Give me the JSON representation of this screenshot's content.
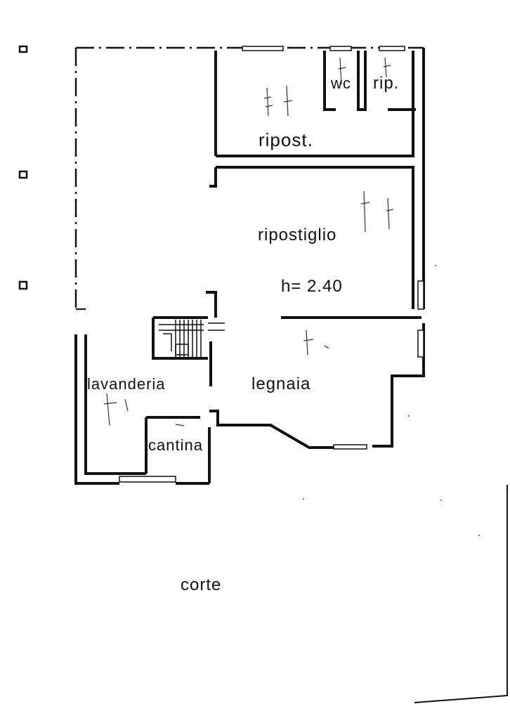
{
  "rooms": {
    "wc": "wc",
    "rip": "rip.",
    "ripost": "ripost.",
    "ripostiglio": "ripostiglio",
    "height": "h= 2.40",
    "legnaia": "legnaia",
    "lavanderia": "lavanderia",
    "cantina": "cantina",
    "corte": "corte"
  }
}
